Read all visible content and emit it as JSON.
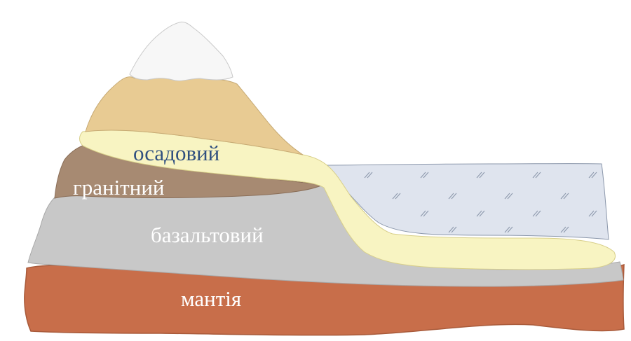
{
  "layers": {
    "sedimentary": {
      "label": "осадовий",
      "label_color": "#2f4f7f",
      "fill": "#f8f4c2"
    },
    "granite": {
      "label": "гранітний",
      "label_color": "#ffffff",
      "fill": "#a78a72"
    },
    "basalt": {
      "label": "базальтовий",
      "label_color": "#ffffff",
      "fill": "#c8c8c8"
    },
    "mantle": {
      "label": "мантія",
      "label_color": "#ffffff",
      "fill": "#c86e4a"
    }
  },
  "mountain": {
    "upper_sediment_fill": "#e8cb93",
    "snow_fill": "#f7f7f7"
  },
  "ocean": {
    "fill": "#dfe4ee",
    "hatch_color": "#8b97ab"
  }
}
